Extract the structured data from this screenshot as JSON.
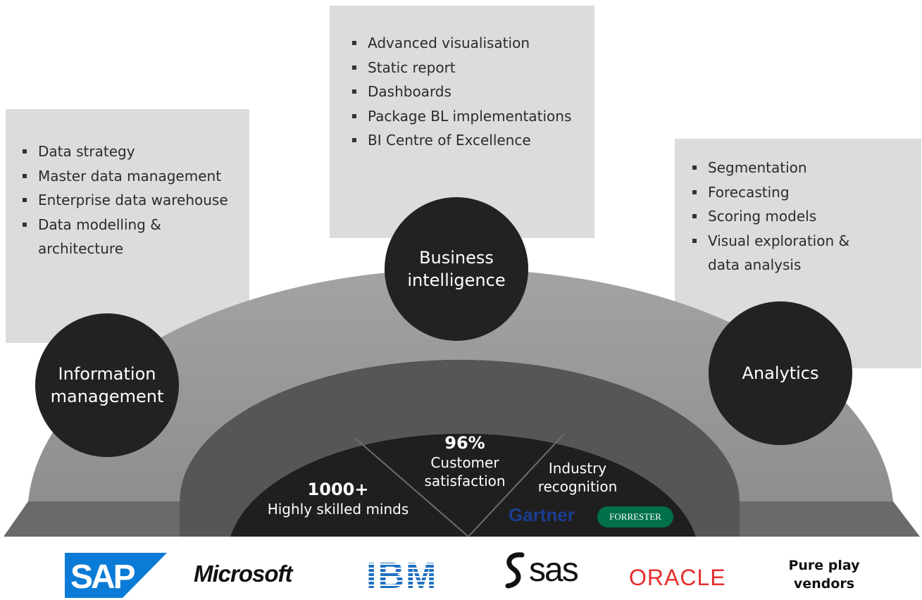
{
  "pillars": {
    "information_management": {
      "title_line1": "Information",
      "title_line2": "management",
      "items": [
        "Data strategy",
        "Master data management",
        "Enterprise data warehouse",
        "Data modelling &",
        "architecture"
      ]
    },
    "business_intelligence": {
      "title_line1": "Business",
      "title_line2": "intelligence",
      "items": [
        "Advanced visualisation",
        "Static report",
        "Dashboards",
        "Package BL implementations",
        "BI Centre of Excellence"
      ]
    },
    "analytics": {
      "title_line1": "Analytics",
      "items": [
        "Segmentation",
        "Forecasting",
        "Scoring models",
        "Visual exploration &",
        "data analysis"
      ]
    }
  },
  "stats": {
    "minds_value": "1000+",
    "minds_label": "Highly skilled minds",
    "satisfaction_value": "96%",
    "satisfaction_label_1": "Customer",
    "satisfaction_label_2": "satisfaction",
    "industry_label_1": "Industry",
    "industry_label_2": "recognition",
    "gartner": "Gartner",
    "forrester": "FORRESTER"
  },
  "partners": {
    "sap": "SAP",
    "microsoft": "Microsoft",
    "ibm": "IBM",
    "sas": "sas",
    "oracle": "ORACLE",
    "pure_play_1": "Pure play",
    "pure_play_2": "vendors"
  },
  "colors": {
    "panel": "#dcdcdc",
    "arch_outer": "#9a9a9a",
    "arch_inner": "#565656",
    "core": "#1f1f1f",
    "circle": "#222222",
    "sap_blue": "#0a7bd6",
    "ibm_blue": "#1f70c1",
    "oracle_red": "#e52d2d",
    "forrester_green": "#00704a",
    "gartner_blue": "#1a3d8f"
  }
}
